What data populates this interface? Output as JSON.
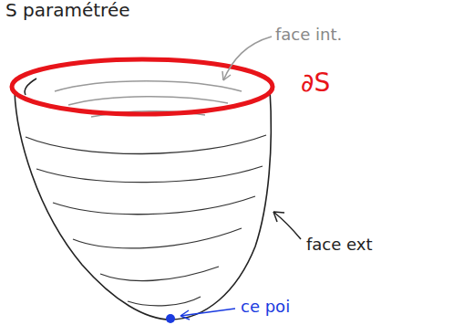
{
  "diagram": {
    "labels": [
      "S paramétrée",
      "face int.",
      "∂S",
      "face ext",
      "ce poi"
    ]
  }
}
